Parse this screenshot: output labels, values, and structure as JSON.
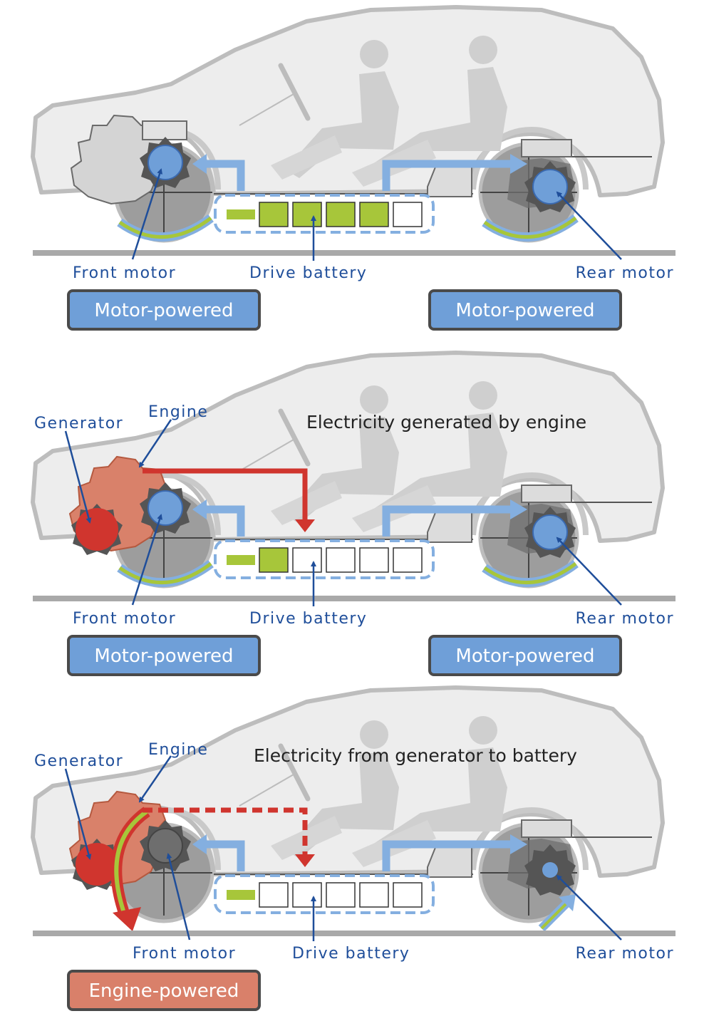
{
  "colors": {
    "blue_text": "#1f4e9a",
    "motor_blue": "#6f9fd8",
    "arrow_blue": "#84afe0",
    "battery_green": "#a7c63a",
    "engine_red": "#d9816a",
    "generator_red": "#d0352e",
    "badge_blue": "#6f9fd8",
    "badge_red": "#d9806a",
    "car_outline": "#bdbdbd",
    "car_fill": "#ededed",
    "road": "#a9a9a9"
  },
  "panels": [
    {
      "caption": "",
      "labels": {
        "generator": "",
        "engine": "",
        "front_motor": "Front motor",
        "drive_battery": "Drive battery",
        "rear_motor": "Rear motor"
      },
      "badges": [
        {
          "text": "Motor-powered",
          "kind": "motor"
        },
        {
          "text": "Motor-powered",
          "kind": "motor"
        }
      ],
      "battery_cells_full": 4,
      "battery_cells_total": 5
    },
    {
      "caption": "Electricity generated by engine",
      "labels": {
        "generator": "Generator",
        "engine": "Engine",
        "front_motor": "Front motor",
        "drive_battery": "Drive battery",
        "rear_motor": "Rear motor"
      },
      "badges": [
        {
          "text": "Motor-powered",
          "kind": "motor"
        },
        {
          "text": "Motor-powered",
          "kind": "motor"
        }
      ],
      "battery_cells_full": 1,
      "battery_cells_total": 5
    },
    {
      "caption": "Electricity from generator to battery",
      "labels": {
        "generator": "Generator",
        "engine": "Engine",
        "front_motor": "Front motor",
        "drive_battery": "Drive battery",
        "rear_motor": "Rear motor"
      },
      "badges": [
        {
          "text": "Engine-powered",
          "kind": "engine"
        }
      ],
      "battery_cells_full": 0,
      "battery_cells_total": 5
    }
  ]
}
